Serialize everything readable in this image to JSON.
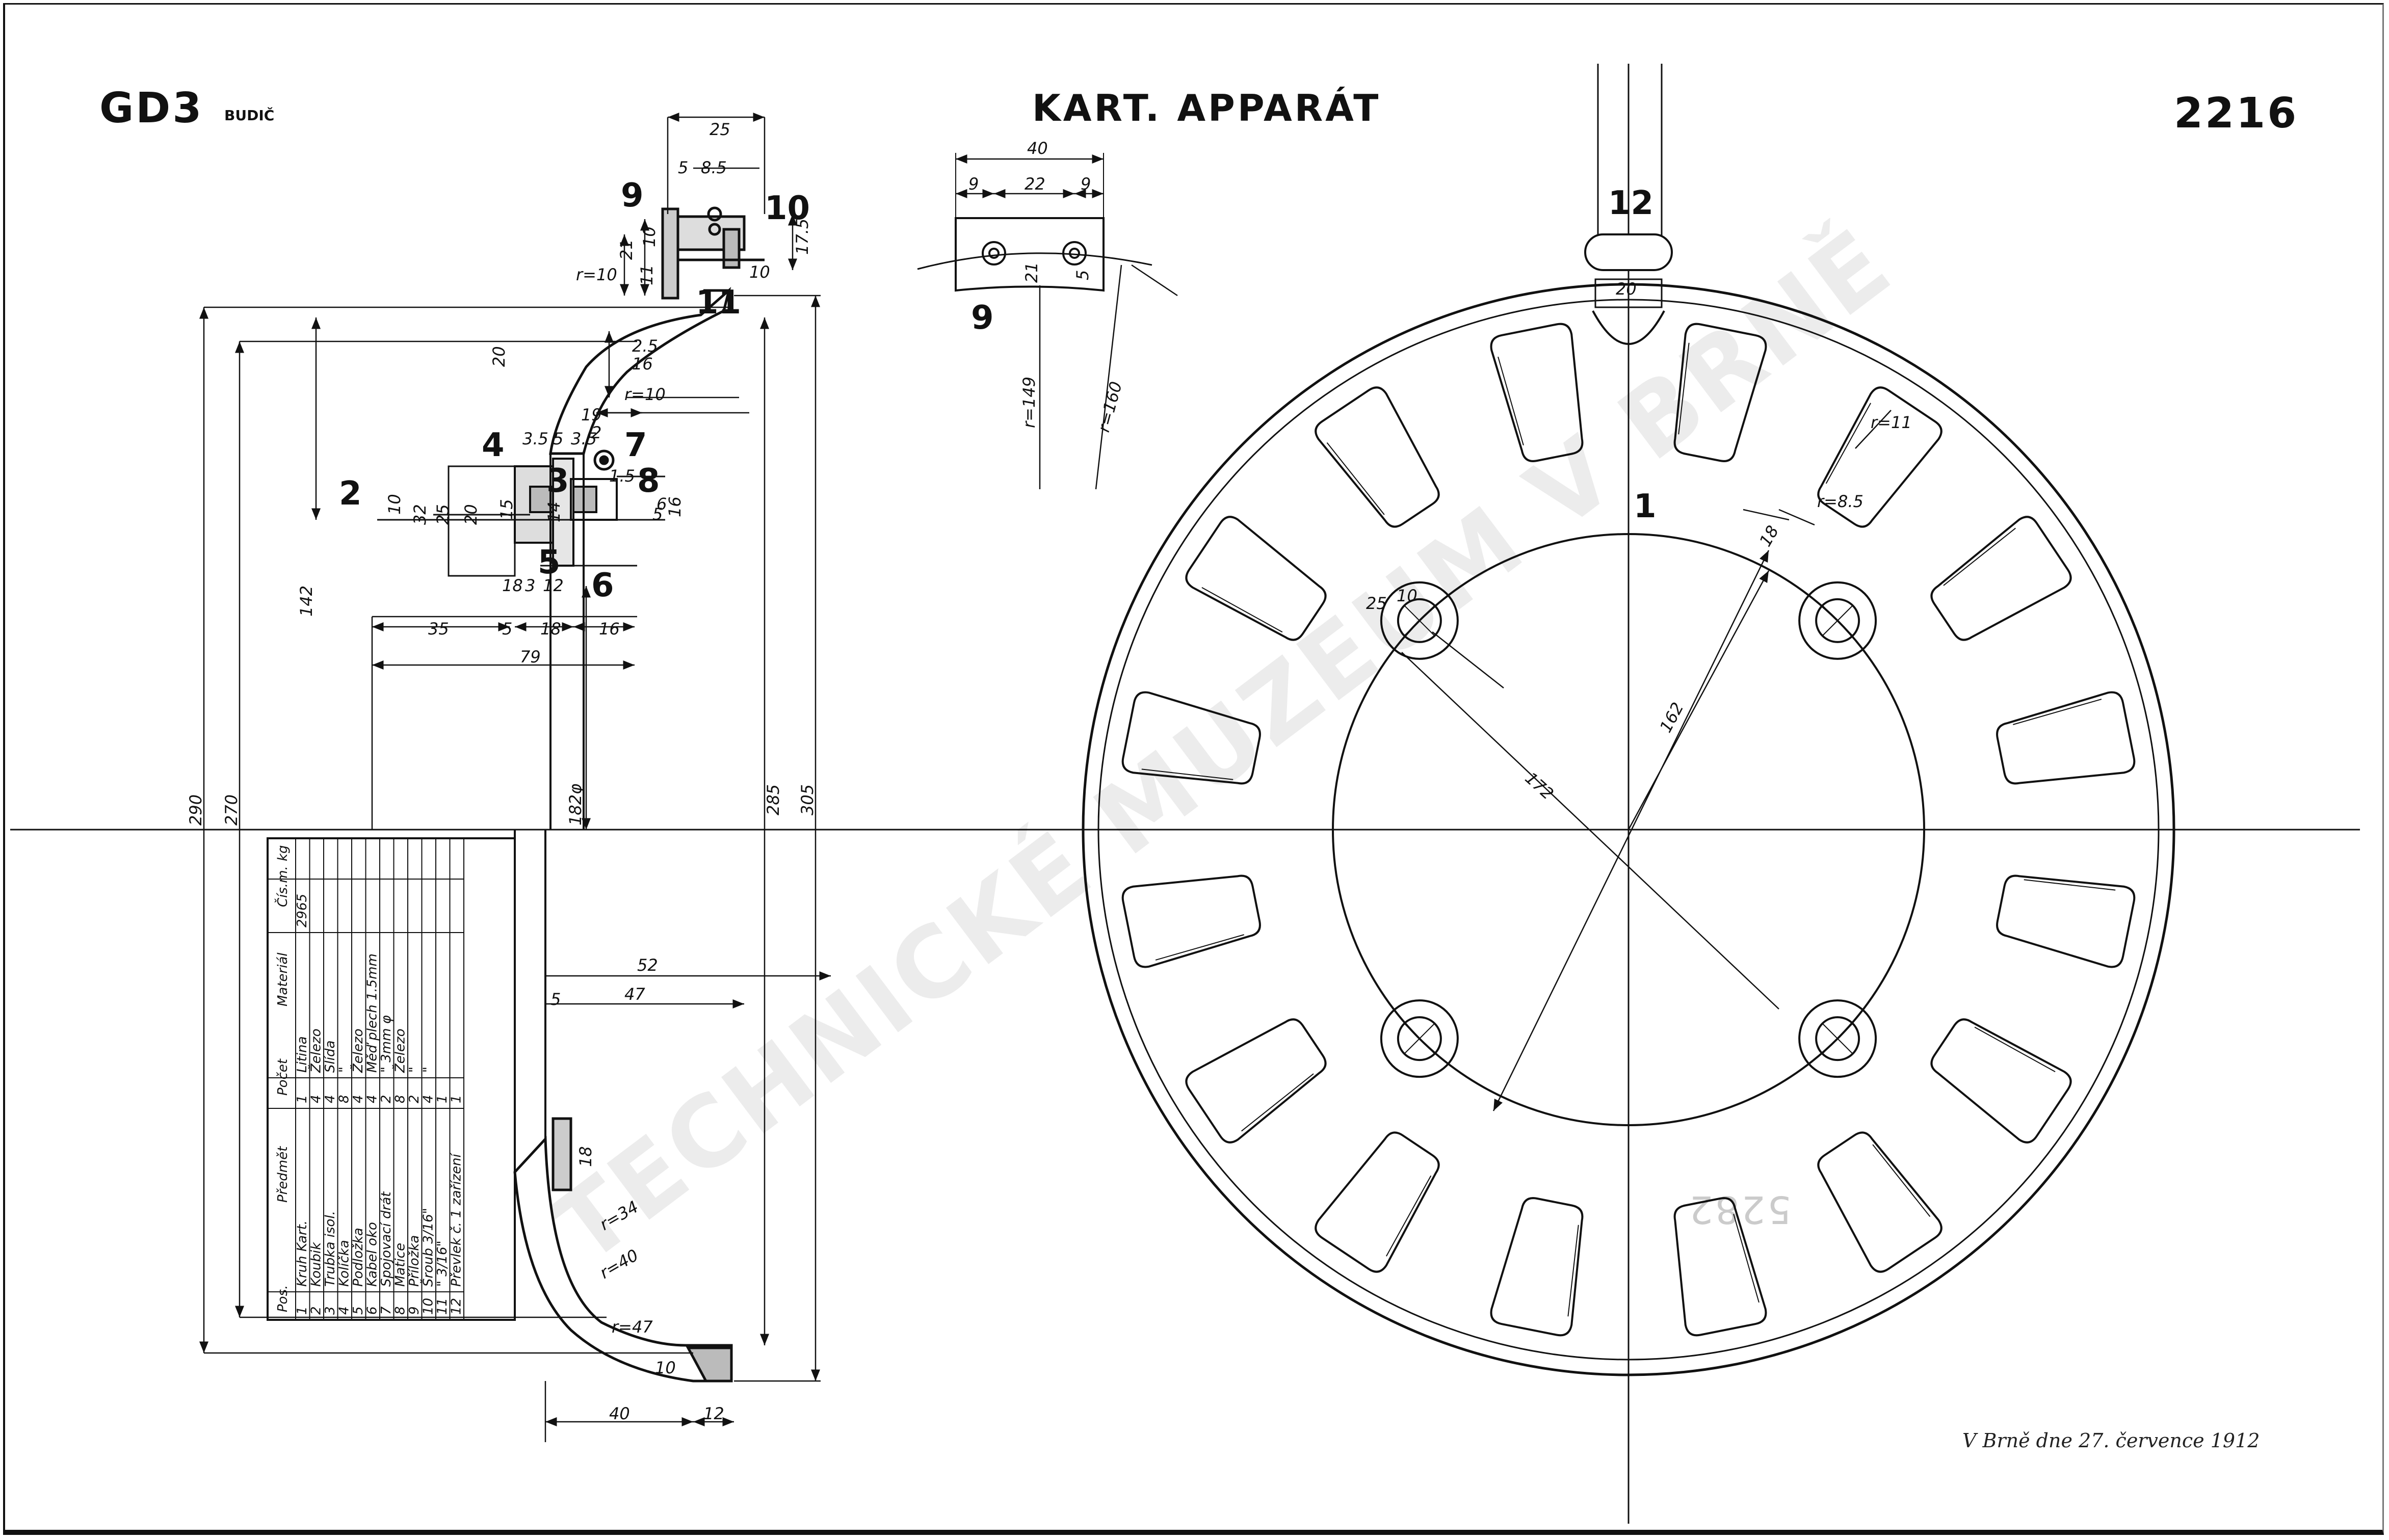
{
  "header": {
    "code": "GD3",
    "code_sub": "BUDIČ",
    "title": "KART. APPARÁT",
    "number": "2216"
  },
  "signature": "V Brně dne 27. července 1912",
  "watermark": "TECHNICKÉ MUZEUM V BRNĚ",
  "stamp": "5282",
  "position_labels": [
    "1",
    "2",
    "3",
    "4",
    "5",
    "6",
    "7",
    "8",
    "9",
    "10",
    "11",
    "12"
  ],
  "dimensions": {
    "top_part": [
      "25",
      "5",
      "8.5",
      "21",
      "10",
      "11",
      "17.5",
      "10",
      "r=10",
      "20",
      "2.5",
      "16",
      "r=10",
      "19"
    ],
    "middle_part": [
      "3.5",
      "5",
      "3.5",
      "1.5",
      "2",
      "10",
      "32",
      "25",
      "20",
      "15",
      "14",
      "5",
      "6",
      "16",
      "12",
      "18",
      "3"
    ],
    "horizontal": [
      "35",
      "5",
      "18",
      "16",
      "79"
    ],
    "overall": [
      "290",
      "270",
      "142",
      "182φ",
      "285",
      "305"
    ],
    "bottom_part": [
      "52",
      "5",
      "47",
      "18",
      "r=34",
      "r=40",
      "r=47",
      "10",
      "40",
      "12"
    ],
    "part9": [
      "40",
      "9",
      "22",
      "9",
      "21",
      "5",
      "r=149",
      "r=160"
    ],
    "ring": [
      "20",
      "r=11",
      "r=8.5",
      "18",
      "25",
      "10",
      "172",
      "162"
    ]
  },
  "parts_table": {
    "headers": [
      "Pos.",
      "Předmět",
      "Počet",
      "Materiál",
      "Čís.m.",
      "kg"
    ],
    "rows": [
      [
        "1",
        "Kruh Kart.",
        "1",
        "Litina",
        "2965",
        ""
      ],
      [
        "2",
        "Koubik",
        "4",
        "Železo",
        "",
        ""
      ],
      [
        "3",
        "Trubka isol.",
        "4",
        "Slída",
        "",
        ""
      ],
      [
        "4",
        "Kolíčka",
        "8",
        "\"",
        "",
        ""
      ],
      [
        "5",
        "Podložka",
        "4",
        "Železo",
        "",
        ""
      ],
      [
        "6",
        "Kabel oko",
        "4",
        "Měď plech 1.5mm",
        "",
        ""
      ],
      [
        "7",
        "Spojovací drát",
        "2",
        "\" 3mm φ",
        "",
        ""
      ],
      [
        "8",
        "Matice",
        "8",
        "Železo",
        "",
        ""
      ],
      [
        "9",
        "Příložka",
        "2",
        "\"",
        "",
        ""
      ],
      [
        "10",
        "Šroub 3/16\"",
        "4",
        "\"",
        "",
        ""
      ],
      [
        "11",
        "\" 3/16\"",
        "1",
        "",
        "",
        ""
      ],
      [
        "12",
        "Převlek č. 1 zařízení",
        "1",
        "",
        "",
        ""
      ]
    ]
  }
}
